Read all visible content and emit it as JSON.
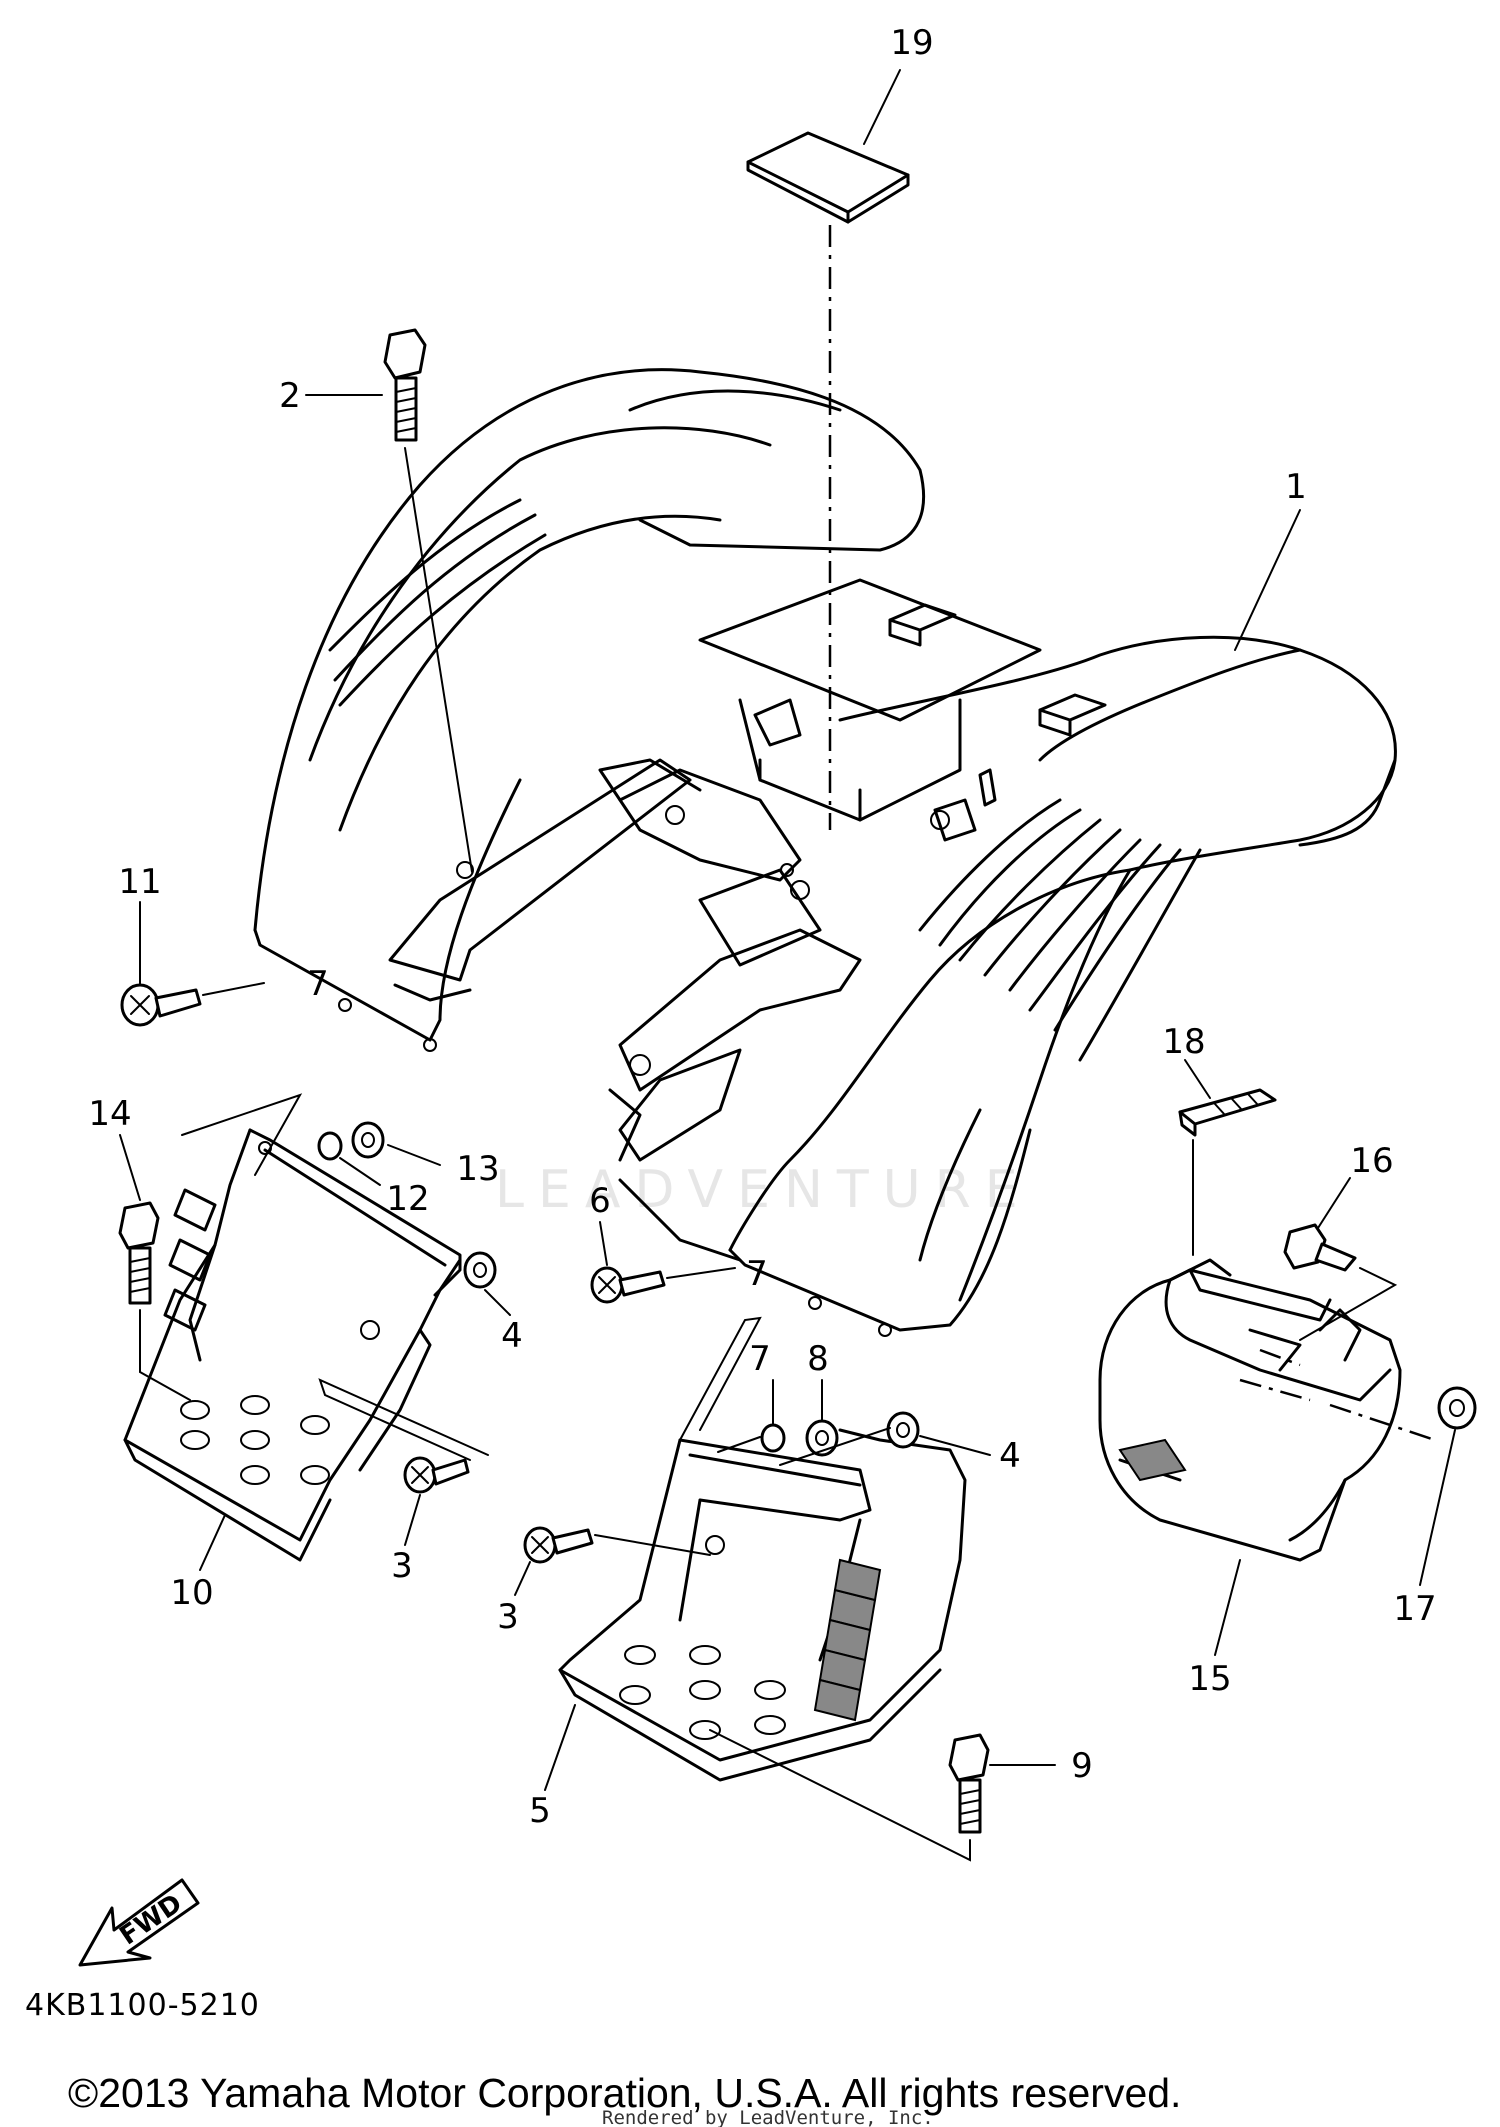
{
  "diagram_code": "4KB1100-5210",
  "copyright": "©2013 Yamaha Motor Corporation, U.S.A. All rights reserved.",
  "rendered_by": "Rendered by LeadVenture, Inc.",
  "watermark": "LEADVENTURE",
  "fwd_label": "FWD",
  "callouts": {
    "c1": "1",
    "c2": "2",
    "c3a": "3",
    "c3b": "3",
    "c4a": "4",
    "c4b": "4",
    "c5": "5",
    "c6": "6",
    "c7a": "7",
    "c7b": "7",
    "c7c": "7",
    "c8": "8",
    "c9": "9",
    "c10": "10",
    "c11": "11",
    "c12": "12",
    "c13": "13",
    "c14": "14",
    "c15": "15",
    "c16": "16",
    "c17": "17",
    "c18": "18",
    "c19": "19"
  }
}
